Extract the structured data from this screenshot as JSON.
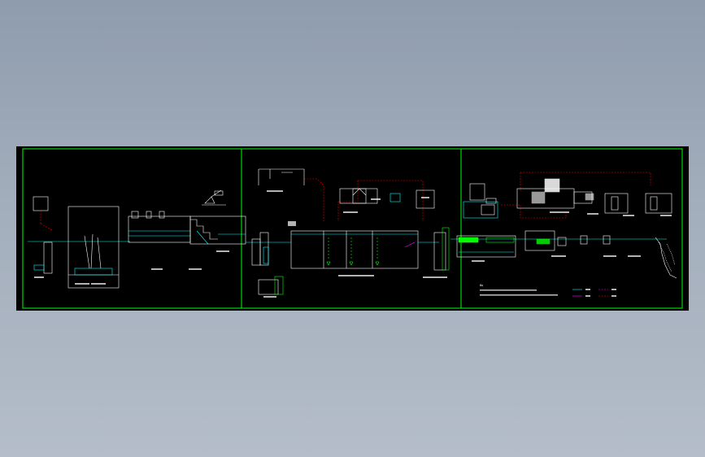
{
  "viewer": {
    "background_top": "#8f9cad",
    "background_bottom": "#b4bdc9",
    "canvas_color": "#000000"
  },
  "drawing": {
    "frame_color": "#00ff00",
    "line_color": "#ffffff",
    "pipe_color": "#00ffff",
    "dashed_color": "#ff0000",
    "highlight_color": "#00ff00",
    "accent_color": "#ff00ff",
    "legend_heading": "Bq",
    "panels": [
      "left-panel",
      "middle-panel",
      "right-panel"
    ]
  }
}
